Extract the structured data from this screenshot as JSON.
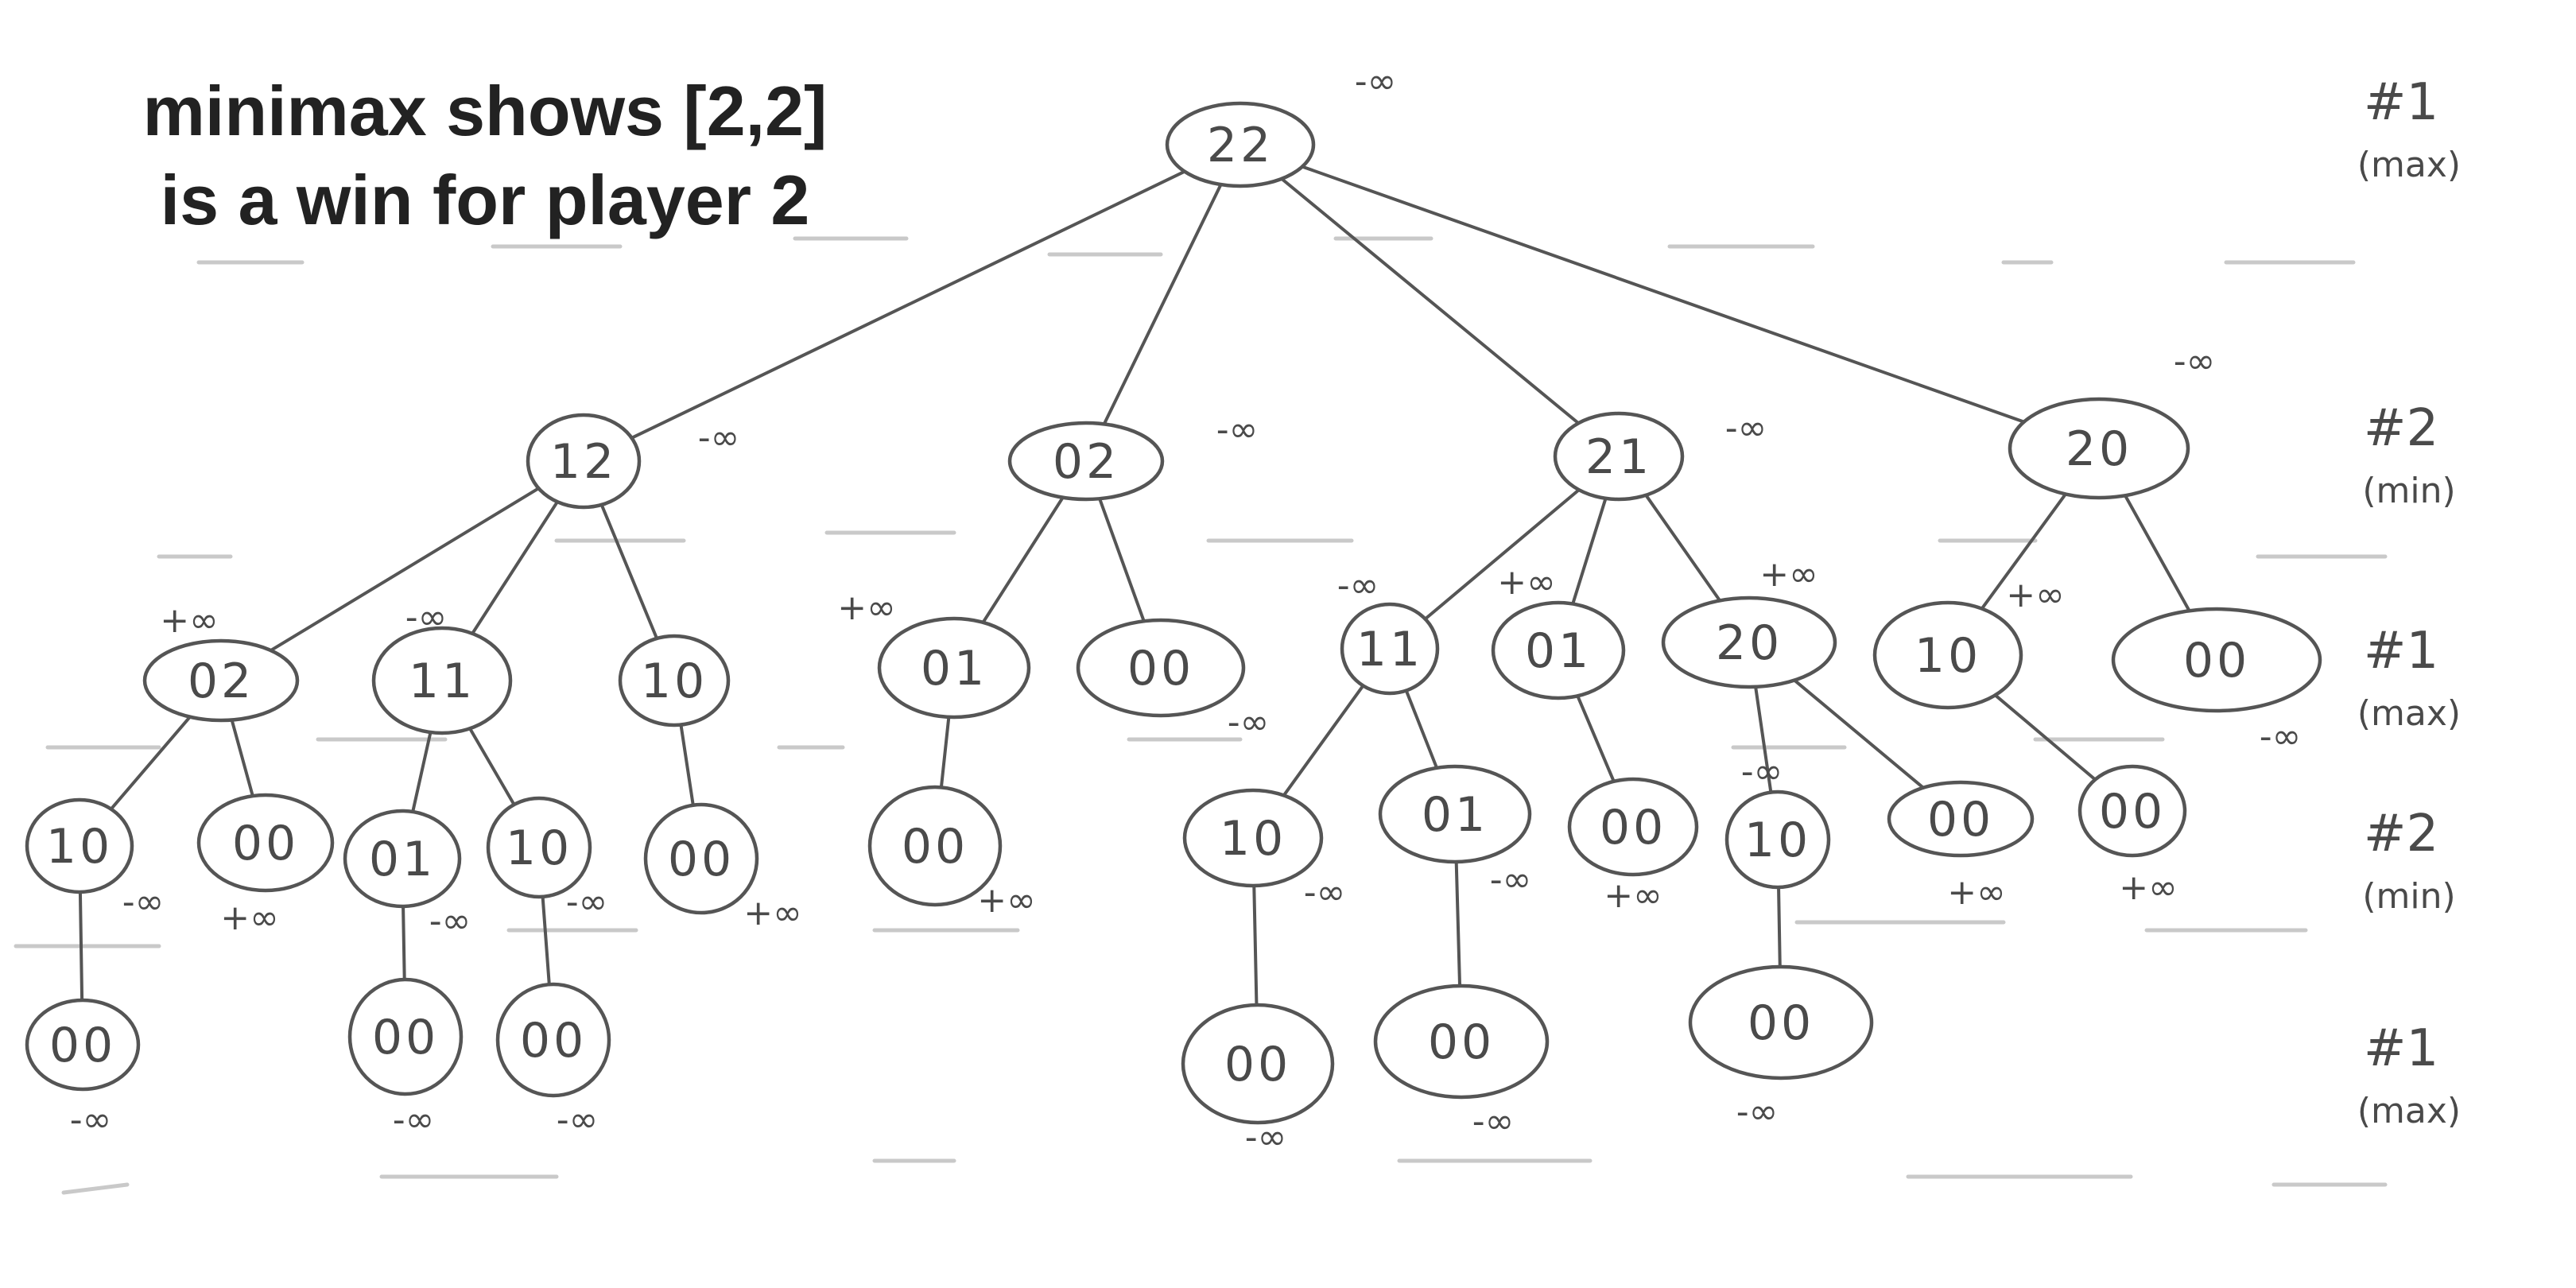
{
  "title": {
    "line1": "minimax shows [2,2]",
    "line2": "is a win for player 2"
  },
  "levels": [
    {
      "player": "#1",
      "role": "(max)"
    },
    {
      "player": "#2",
      "role": "(min)"
    },
    {
      "player": "#1",
      "role": "(max)"
    },
    {
      "player": "#2",
      "role": "(min)"
    },
    {
      "player": "#1",
      "role": "(max)"
    }
  ],
  "nodes": {
    "root": {
      "state": "22",
      "value": "-∞"
    },
    "n12": {
      "state": "12",
      "value": "-∞"
    },
    "n02": {
      "state": "02",
      "value": "-∞"
    },
    "n21": {
      "state": "21",
      "value": "-∞"
    },
    "n20": {
      "state": "20",
      "value": "-∞"
    },
    "n12_02": {
      "state": "02",
      "value": "+∞"
    },
    "n12_11": {
      "state": "11",
      "value": "-∞"
    },
    "n12_10": {
      "state": "10",
      "value": ""
    },
    "n02_01": {
      "state": "01",
      "value": "+∞"
    },
    "n02_00": {
      "state": "00",
      "value": "-∞"
    },
    "n21_11": {
      "state": "11",
      "value": "-∞"
    },
    "n21_01": {
      "state": "01",
      "value": "+∞"
    },
    "n21_20": {
      "state": "20",
      "value": "+∞"
    },
    "n20_10": {
      "state": "10",
      "value": "+∞"
    },
    "n20_00": {
      "state": "00",
      "value": "-∞"
    },
    "a10": {
      "state": "10",
      "value": "-∞"
    },
    "a00": {
      "state": "00",
      "value": "+∞"
    },
    "b01": {
      "state": "01",
      "value": "-∞"
    },
    "b10": {
      "state": "10",
      "value": "-∞"
    },
    "c00": {
      "state": "00",
      "value": "+∞"
    },
    "d00": {
      "state": "00",
      "value": "+∞"
    },
    "e10": {
      "state": "10",
      "value": "-∞"
    },
    "e01": {
      "state": "01",
      "value": "-∞"
    },
    "f00": {
      "state": "00",
      "value": "+∞"
    },
    "g10": {
      "state": "10",
      "value": "-∞"
    },
    "g00": {
      "state": "00",
      "value": "+∞"
    },
    "h00": {
      "state": "00",
      "value": "+∞"
    },
    "l1": {
      "state": "00",
      "value": "-∞"
    },
    "l2": {
      "state": "00",
      "value": "-∞"
    },
    "l3": {
      "state": "00",
      "value": "-∞"
    },
    "l4": {
      "state": "00",
      "value": "-∞"
    },
    "l5": {
      "state": "00",
      "value": "-∞"
    },
    "l6": {
      "state": "00",
      "value": "-∞"
    }
  }
}
